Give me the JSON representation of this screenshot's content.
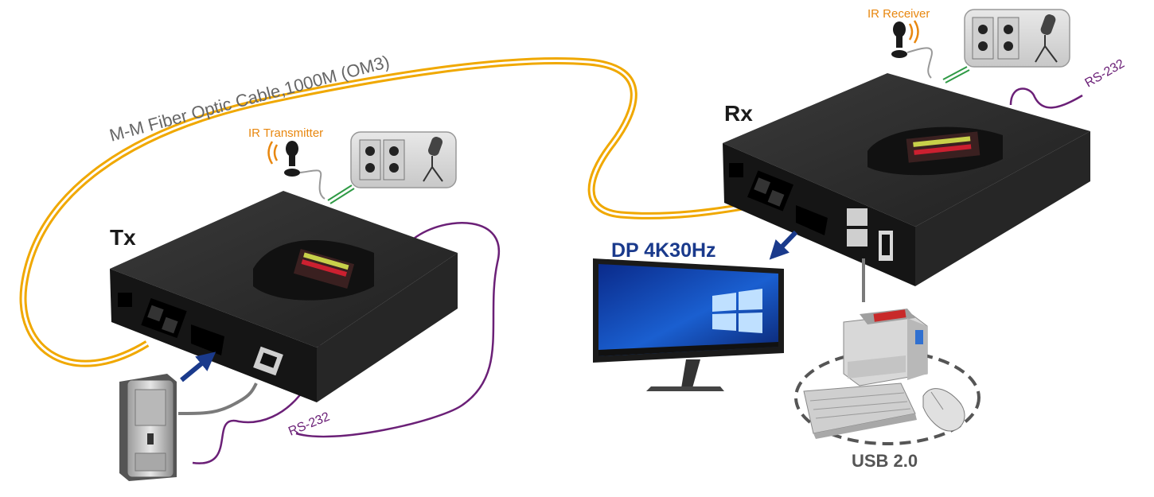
{
  "labels": {
    "fiber_cable": "M-M Fiber Optic Cable,1000M (OM3)",
    "ir_transmitter": "IR Transmitter",
    "ir_receiver": "IR Receiver",
    "tx": "Tx",
    "rx": "Rx",
    "dp": "DP 4K30Hz",
    "rs232_tx": "RS-232",
    "rs232_rx": "RS-232",
    "usb": "USB 2.0"
  },
  "colors": {
    "fiber": "#f0a800",
    "ir_label": "#e8870f",
    "rs232": "#6b2077",
    "ir_link": "#2f9a45",
    "arrow": "#1a3a8c",
    "device": "#1b1b1b",
    "text_dark": "#1a1a1a",
    "text_gray": "#666666"
  },
  "icons": [
    "audio-jack-icon",
    "microphone-icon",
    "ir-sensor-icon",
    "computer-tower-icon",
    "monitor-icon",
    "printer-icon",
    "keyboard-icon",
    "mouse-icon"
  ]
}
